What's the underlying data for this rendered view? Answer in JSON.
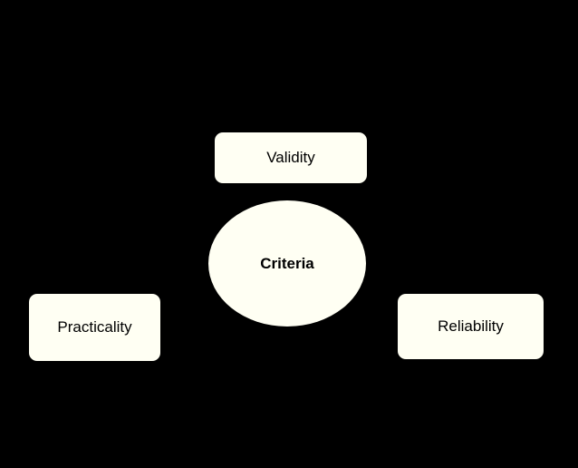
{
  "diagram": {
    "center": {
      "label": "Criteria"
    },
    "nodes": [
      {
        "id": "validity",
        "label": "Validity"
      },
      {
        "id": "practicality",
        "label": "Practicality"
      },
      {
        "id": "reliability",
        "label": "Reliability"
      }
    ]
  },
  "colors": {
    "background": "#000000",
    "node_fill": "#fffff3",
    "text": "#000000"
  }
}
